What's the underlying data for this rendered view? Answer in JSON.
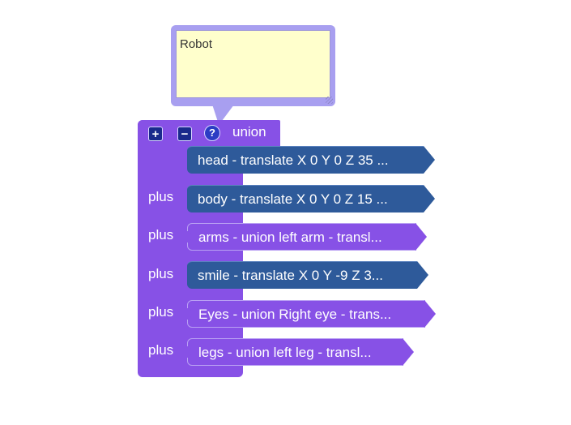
{
  "comment": {
    "text": "Robot"
  },
  "union_block": {
    "label": "union",
    "buttons": {
      "add": "+",
      "remove": "−",
      "help": "?"
    },
    "connector_label": "plus",
    "children": [
      {
        "text": "head - translate X 0 Y 0 Z 35 ...",
        "style": "dark"
      },
      {
        "text": "body - translate X 0 Y 0 Z 15 ...",
        "style": "dark"
      },
      {
        "text": "arms - union left arm - transl...",
        "style": "light"
      },
      {
        "text": "smile - translate X 0 Y -9 Z 3...",
        "style": "dark"
      },
      {
        "text": "Eyes - union Right eye - trans...",
        "style": "light"
      },
      {
        "text": "legs - union left leg - transl...",
        "style": "light"
      }
    ]
  },
  "colors": {
    "union_block": "#8751e6",
    "translate_block": "#2e5a9a",
    "comment_bg": "#ffffcc",
    "comment_frame": "#a89ff0"
  }
}
